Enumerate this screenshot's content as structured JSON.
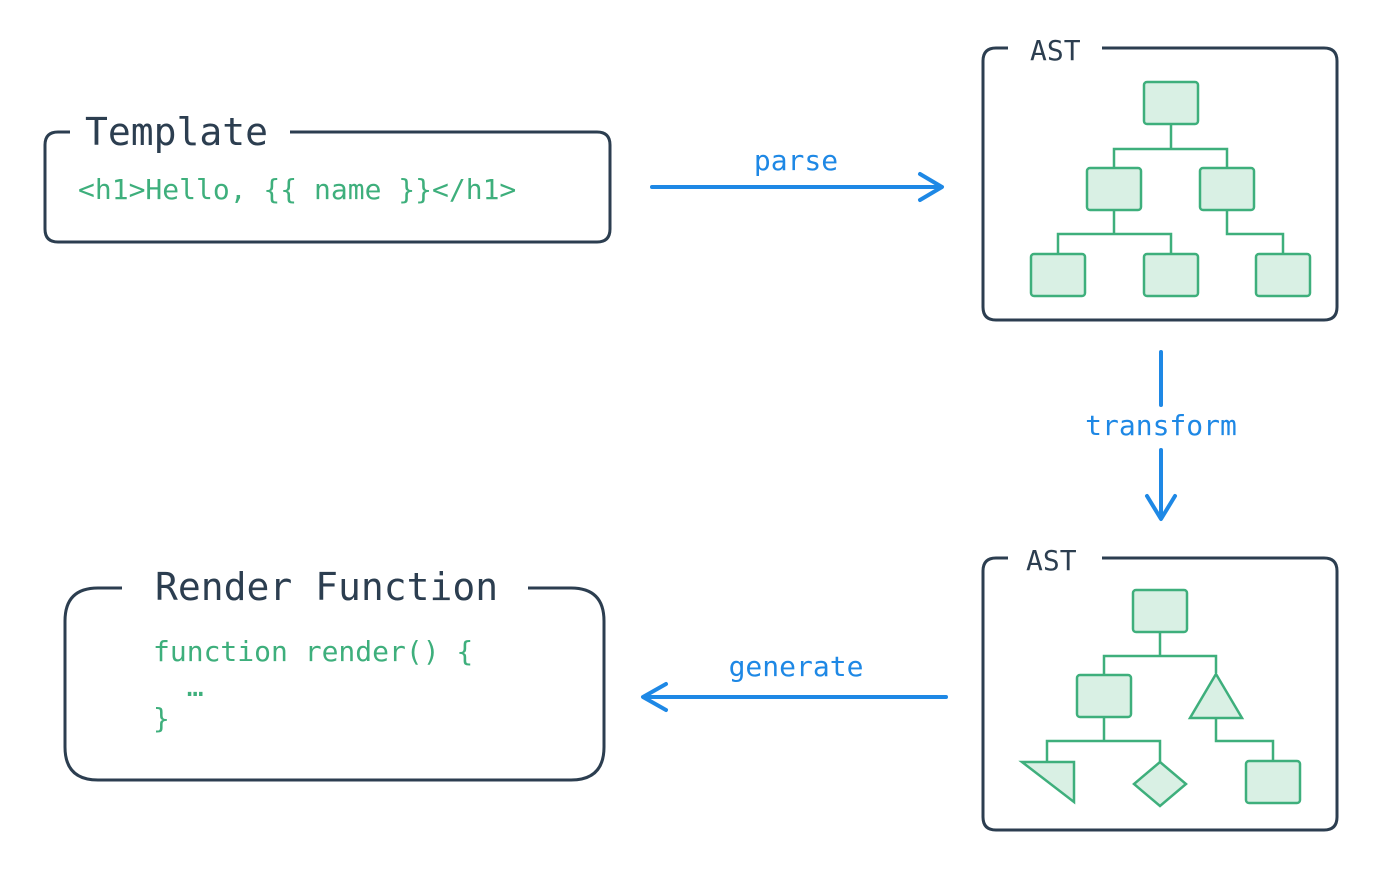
{
  "template_box": {
    "title": "Template",
    "code": "<h1>Hello, {{ name }}</h1>"
  },
  "ast_box_1": {
    "title": "AST"
  },
  "ast_box_2": {
    "title": "AST"
  },
  "render_box": {
    "title": "Render Function",
    "code_lines": [
      "function render() {",
      "  …",
      "}"
    ]
  },
  "arrows": {
    "parse": "parse",
    "transform": "transform",
    "generate": "generate"
  },
  "colors": {
    "outline": "#2c3e50",
    "code": "#3eaf7c",
    "arrow": "#1e88e5",
    "node_fill": "#d9f0e4"
  }
}
